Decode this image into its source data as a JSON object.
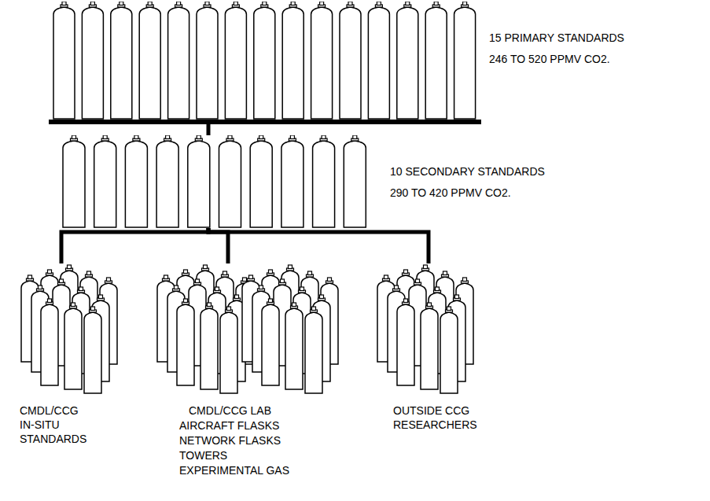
{
  "diagram": {
    "nodes": [
      {
        "text": [
          "15 PRIMARY STANDARDS 246 TO 520 PPMV CO2."
        ]
      },
      {
        "text": [
          "10 SECONDARY STANDARDS 290 TO 420 PPMV CO2."
        ]
      },
      {
        "text": [
          "CMDL/CCG IN-SITU STANDARDS"
        ]
      },
      {
        "text": [
          "CMDL/CCG LAB",
          "AIRCRAFT FLASKS",
          "NETWORK FLASKS",
          "TOWERS",
          "EXPERIMENTAL GAS"
        ]
      },
      {
        "text": [
          "OUTSIDE CCG RESEARCHERS"
        ]
      }
    ],
    "edges": [
      {
        "from": 0,
        "to": 1,
        "arrow": "none"
      },
      {
        "from": 1,
        "to": 2,
        "arrow": "none"
      },
      {
        "from": 1,
        "to": 3,
        "arrow": "none"
      },
      {
        "from": 1,
        "to": 4,
        "arrow": "none"
      }
    ]
  }
}
